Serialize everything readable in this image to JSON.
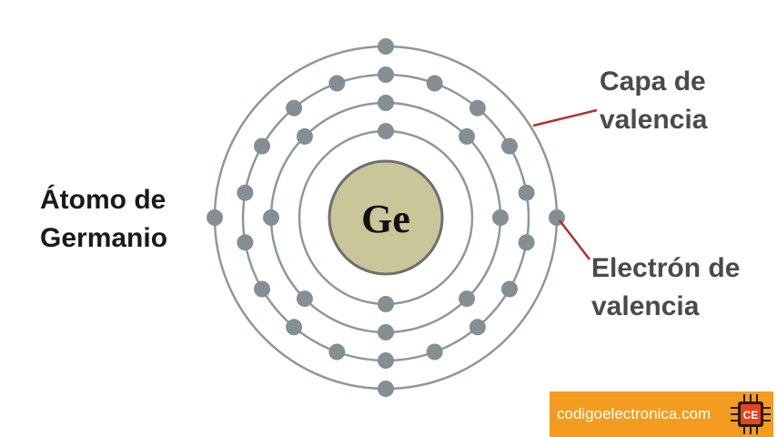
{
  "atom": {
    "symbol": "Ge",
    "label_lines": [
      "Átomo de",
      "Germanio"
    ],
    "shells": [
      {
        "electrons": 2
      },
      {
        "electrons": 8
      },
      {
        "electrons": 18
      },
      {
        "electrons": 4
      }
    ]
  },
  "labels": {
    "valence_shell": [
      "Capa de",
      "valencia"
    ],
    "valence_electron": [
      "Electrón de",
      "valencia"
    ]
  },
  "watermark": {
    "text": "codigoelectronica.com",
    "logo_text": "CE"
  },
  "colors": {
    "nucleus_fill": "#c9c69a",
    "nucleus_stroke": "#6e6e6e",
    "orbit": "#8f9899",
    "electron": "#848f93",
    "pointer": "#b03030",
    "watermark_bg": "#f39c1f"
  }
}
